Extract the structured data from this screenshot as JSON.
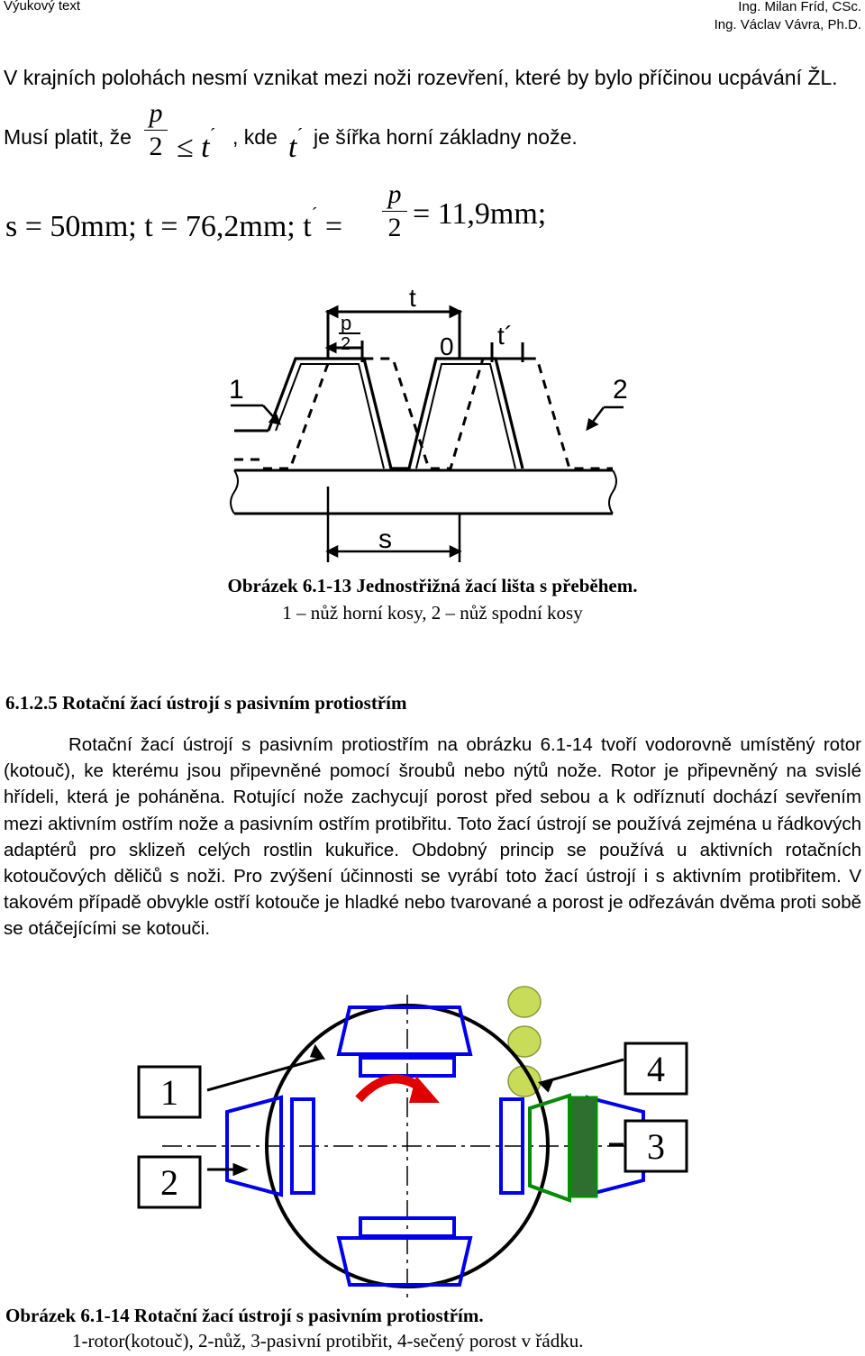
{
  "header": {
    "left": "Výukový text",
    "right_line1": "Ing. Milan Fríd, CSc.",
    "right_line2": "Ing. Václav Vávra, Ph.D."
  },
  "intro_line": "V krajních polohách nesmí vznikat mezi noži rozevření, které by bylo příčinou ucpávání ŽL.",
  "condition": {
    "prefix": "Musí platit, že",
    "numerator": "p",
    "denominator": "2",
    "relation": "≤",
    "t_symbol": "t",
    "prime": "´",
    "mid": ", kde",
    "suffix": "je šířka horní základny nože."
  },
  "equation": {
    "part1": "s = 50mm; t = 76,2mm; t",
    "prime": "´",
    "eq": "=",
    "numerator": "p",
    "denominator": "2",
    "part2": "= 11,9mm;"
  },
  "figure1": {
    "labels": {
      "t": "t",
      "p": "p",
      "two": "2",
      "zero": "0",
      "t_prime": "t´",
      "one": "1",
      "label_two": "2",
      "s": "s"
    },
    "caption_title": "Obrázek 6.1-13 Jednostřižná žací lišta s přeběhem.",
    "caption_sub": "1 – nůž horní kosy, 2 – nůž spodní kosy"
  },
  "section": {
    "title": "6.1.2.5 Rotační žací ústrojí s pasivním protiostřím",
    "paragraph": "Rotační žací ústrojí s pasivním protiostřím na obrázku 6.1-14 tvoří vodorovně umístěný rotor (kotouč), ke kterému jsou připevněné pomocí šroubů nebo nýtů nože. Rotor je připevněný na svislé hřídeli, která je poháněna. Rotující nože zachycují porost před sebou a k odříznutí dochází sevřením mezi aktivním ostřím nože a pasivním ostřím protibřitu. Toto žací ústrojí se používá zejména u řádkových adaptérů pro sklizeň celých rostlin kukuřice. Obdobný princip se používá u aktivních rotačních kotoučových děličů s noži. Pro zvýšení účinnosti se vyrábí toto žací ústrojí i s aktivním protibřitem. V takovém případě obvykle ostří kotouče je hladké nebo tvarované a porost je odřezáván dvěma proti sobě se otáčejícími se kotouči."
  },
  "figure2": {
    "boxes": {
      "b1": "1",
      "b2": "2",
      "b3": "3",
      "b4": "4"
    },
    "colors": {
      "rotor_blue": "#0000ee",
      "green": "#0a8a0a",
      "arrow_red": "#e00000",
      "plant": "#c8dc5a",
      "counter_blade": "#2e6e2e"
    },
    "caption_title": "Obrázek 6.1-14 Rotační žací ústrojí s pasivním protiostřím.",
    "caption_sub": "1-rotor(kotouč), 2-nůž, 3-pasivní protibřit, 4-sečený porost v řádku."
  }
}
